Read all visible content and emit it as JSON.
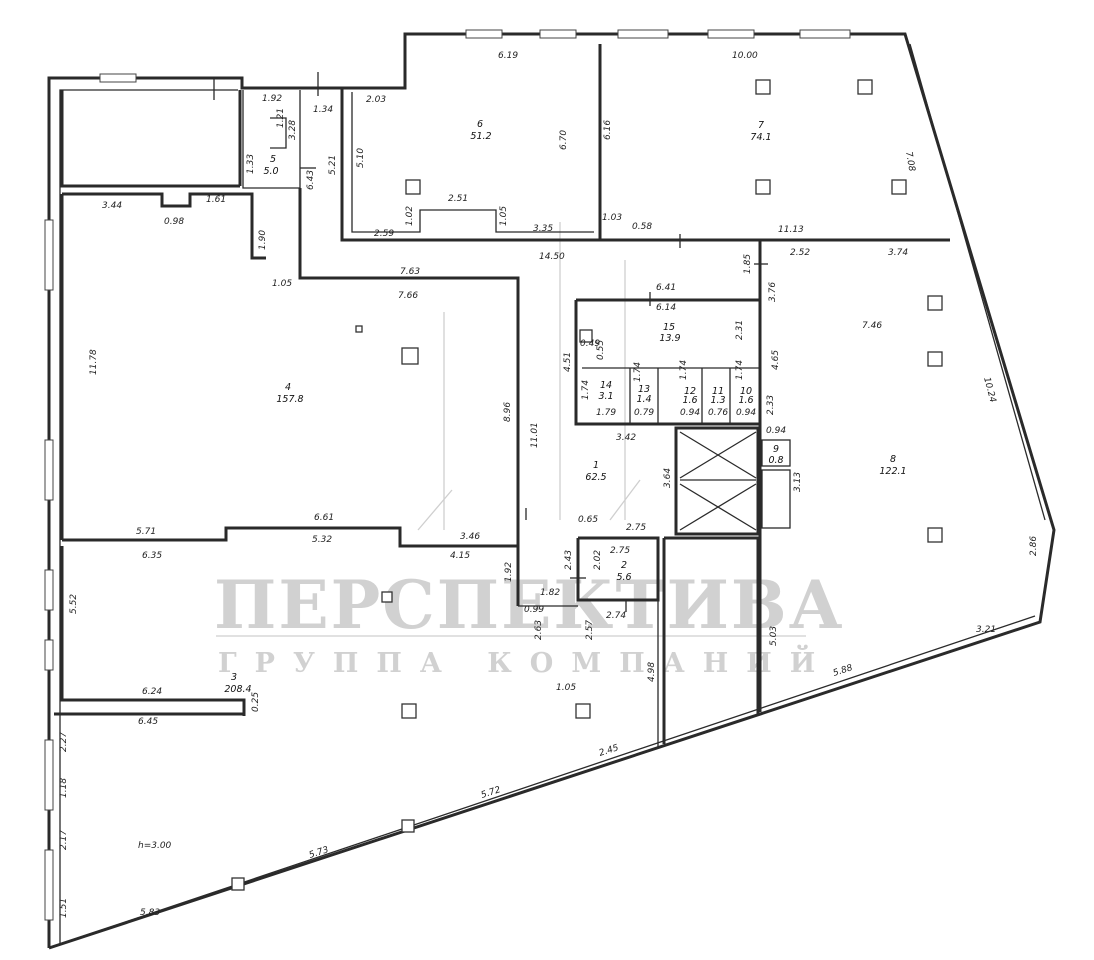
{
  "rooms": [
    {
      "id": "1",
      "number": "1",
      "area": "62.5"
    },
    {
      "id": "2",
      "number": "2",
      "area": "5.6"
    },
    {
      "id": "3",
      "number": "3",
      "area": "208.4"
    },
    {
      "id": "4",
      "number": "4",
      "area": "157.8"
    },
    {
      "id": "5",
      "number": "5",
      "area": "5.0"
    },
    {
      "id": "6",
      "number": "6",
      "area": "51.2"
    },
    {
      "id": "7",
      "number": "7",
      "area": "74.1"
    },
    {
      "id": "8",
      "number": "8",
      "area": "122.1"
    },
    {
      "id": "9",
      "number": "9",
      "area": "0.8"
    },
    {
      "id": "10",
      "number": "10",
      "area": "1.6"
    },
    {
      "id": "11",
      "number": "11",
      "area": "1.3"
    },
    {
      "id": "12",
      "number": "12",
      "area": "1.6"
    },
    {
      "id": "13",
      "number": "13",
      "area": "1.4"
    },
    {
      "id": "14",
      "number": "14",
      "area": "3.1"
    },
    {
      "id": "15",
      "number": "15",
      "area": "13.9"
    }
  ],
  "dimensions": [
    "6.19",
    "10.00",
    "2.03",
    "1.92",
    "1.34",
    "1.21",
    "3.28",
    "5.10",
    "5.21",
    "6.70",
    "6.16",
    "7.08",
    "1.33",
    "6.43",
    "3.44",
    "0.98",
    "1.61",
    "2.51",
    "1.02",
    "1.05",
    "2.59",
    "3.35",
    "1.03",
    "0.58",
    "11.13",
    "14.50",
    "1.90",
    "1.05",
    "7.63",
    "2.52",
    "3.74",
    "7.66",
    "1.85",
    "6.41",
    "6.14",
    "3.76",
    "7.46",
    "11.78",
    "0.49",
    "0.55",
    "2.31",
    "4.51",
    "4.65",
    "10.24",
    "1.74",
    "1.74",
    "1.74",
    "1.74",
    "1.79",
    "0.79",
    "0.94",
    "0.76",
    "0.94",
    "2.33",
    "8.96",
    "11.01",
    "3.42",
    "0.94",
    "3.64",
    "3.13",
    "5.71",
    "6.61",
    "3.46",
    "0.65",
    "2.75",
    "6.35",
    "5.32",
    "4.15",
    "2.75",
    "1.92",
    "2.43",
    "2.02",
    "1.82",
    "2.86",
    "5.52",
    "0.99",
    "2.74",
    "3.21",
    "2.63",
    "2.57",
    "5.03",
    "5.88",
    "6.24",
    "0.25",
    "1.05",
    "4.98",
    "6.45",
    "2.27",
    "2.45",
    "1.18",
    "5.72",
    "2.17",
    "5.73",
    "1.51",
    "5.83"
  ],
  "ceiling_height": "h=3.00",
  "watermark": {
    "title": "ПЕРСПЕКТИВА",
    "subtitle": "ГРУППА КОМПАНИЙ"
  }
}
